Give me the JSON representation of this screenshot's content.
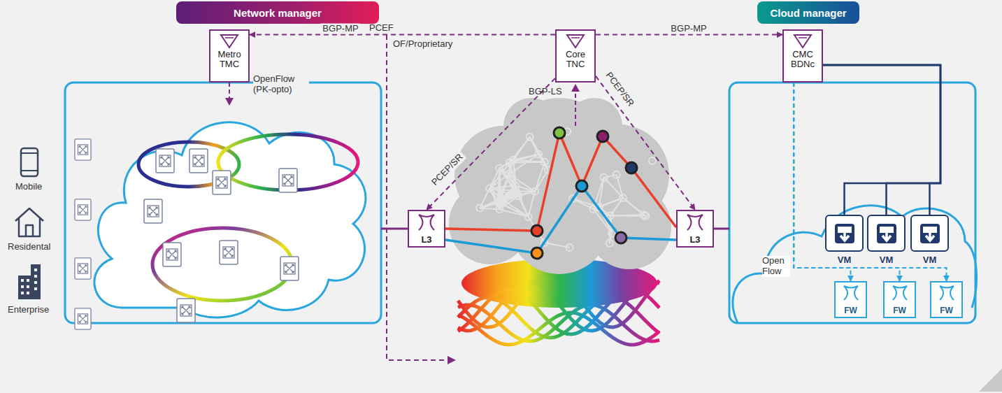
{
  "diagram": {
    "nodes": [
      {
        "text": [
          "Network manager"
        ]
      },
      {
        "text": [
          "Cloud manager"
        ]
      },
      {
        "text": [
          "Metro TMC"
        ]
      },
      {
        "text": [
          "Core TNC"
        ]
      },
      {
        "text": [
          "CMC BDNc"
        ]
      },
      {
        "text": [
          "L3"
        ]
      },
      {
        "text": [
          "L3"
        ]
      },
      {
        "text": [
          "VM"
        ]
      },
      {
        "text": [
          "VM"
        ]
      },
      {
        "text": [
          "VM"
        ]
      },
      {
        "text": [
          "FW"
        ]
      },
      {
        "text": [
          "FW"
        ]
      },
      {
        "text": [
          "FW"
        ]
      }
    ],
    "edges": [
      {
        "from": 3,
        "to": 2,
        "arrow": "to",
        "label": "BGP-MP"
      },
      {
        "from": 3,
        "to": 4,
        "arrow": "to",
        "label": "BGP-MP"
      },
      {
        "from": 3,
        "to": 5,
        "arrow": "to",
        "label": "PCEP/SR"
      },
      {
        "from": 3,
        "to": 6,
        "arrow": "to",
        "label": "PCEP/SR"
      },
      {
        "from": 4,
        "to": 7,
        "arrow": "none"
      },
      {
        "from": 4,
        "to": 8,
        "arrow": "none"
      },
      {
        "from": 4,
        "to": 9,
        "arrow": "none"
      },
      {
        "from": 4,
        "to": 10,
        "arrow": "to"
      },
      {
        "from": 4,
        "to": 11,
        "arrow": "to"
      },
      {
        "from": 4,
        "to": 12,
        "arrow": "to"
      }
    ],
    "labels": [
      "PCEF",
      "OF/Proprietary",
      "OpenFlow (PK-opto)",
      "BGP-LS",
      "Mobile",
      "Residental",
      "Enterprise",
      "Open Flow"
    ]
  }
}
